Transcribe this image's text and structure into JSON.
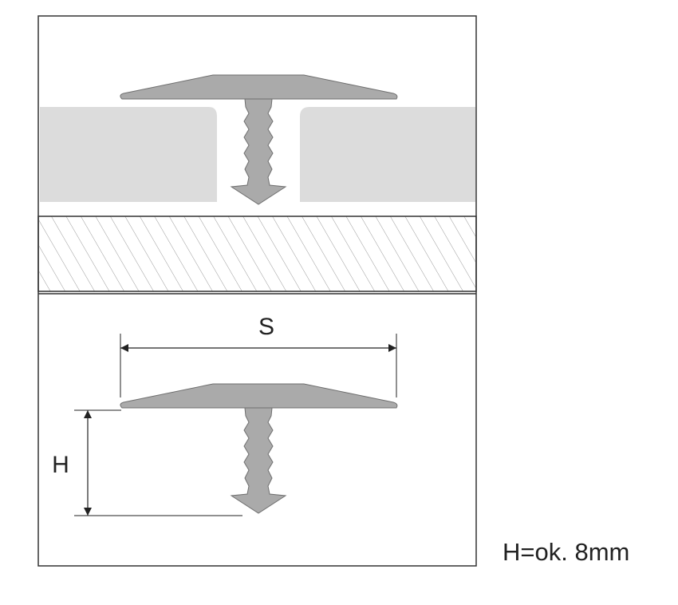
{
  "labels": {
    "width": "S",
    "height": "H"
  },
  "note": "H=ok. 8mm",
  "colors": {
    "profile": "#aaaaaa",
    "profile_stroke": "#6f6f6f",
    "floor_panel": "#dcdcdc",
    "frame_line": "#333333",
    "hatch": "#9a9a9a",
    "dimension": "#222222"
  }
}
